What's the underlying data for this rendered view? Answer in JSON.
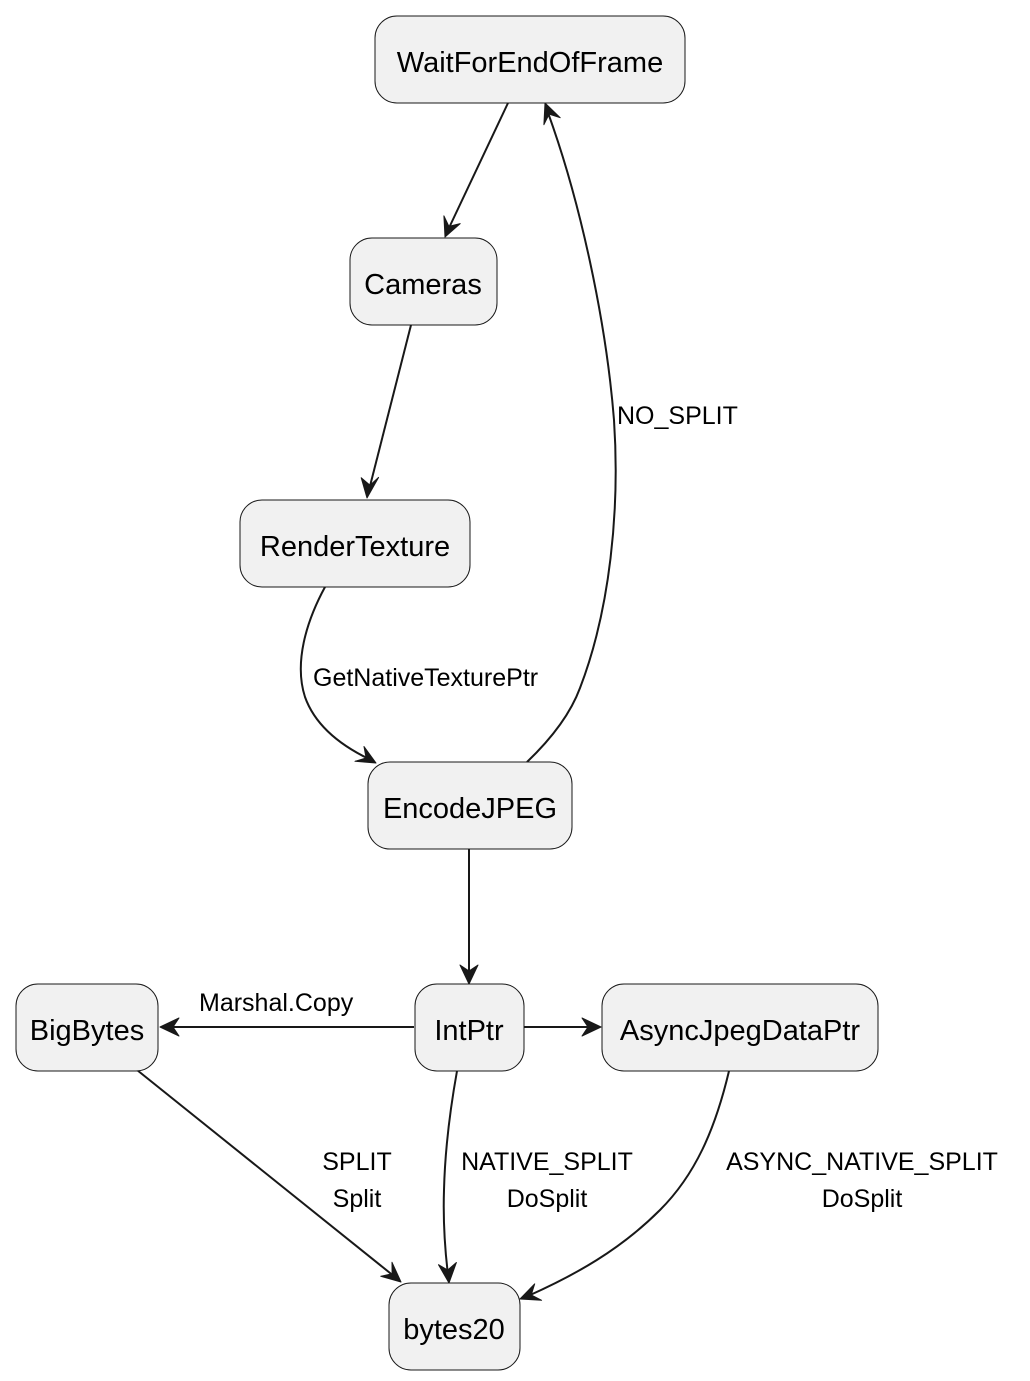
{
  "diagram": {
    "type": "state-diagram",
    "colors": {
      "node_fill": "#f1f1f1",
      "stroke": "#181818",
      "text": "#000000",
      "background": "#ffffff"
    },
    "nodes": {
      "wait_for_end_of_frame": "WaitForEndOfFrame",
      "cameras": "Cameras",
      "render_texture": "RenderTexture",
      "encode_jpeg": "EncodeJPEG",
      "big_bytes": "BigBytes",
      "int_ptr": "IntPtr",
      "async_jpeg_data_ptr": "AsyncJpegDataPtr",
      "bytes20": "bytes20"
    },
    "edges": [
      {
        "from": "WaitForEndOfFrame",
        "to": "Cameras",
        "label": []
      },
      {
        "from": "Cameras",
        "to": "RenderTexture",
        "label": []
      },
      {
        "from": "RenderTexture",
        "to": "EncodeJPEG",
        "label": [
          "GetNativeTexturePtr"
        ]
      },
      {
        "from": "EncodeJPEG",
        "to": "WaitForEndOfFrame",
        "label": [
          "NO_SPLIT"
        ]
      },
      {
        "from": "EncodeJPEG",
        "to": "IntPtr",
        "label": []
      },
      {
        "from": "IntPtr",
        "to": "BigBytes",
        "label": [
          "Marshal.Copy"
        ]
      },
      {
        "from": "IntPtr",
        "to": "AsyncJpegDataPtr",
        "label": []
      },
      {
        "from": "BigBytes",
        "to": "bytes20",
        "label": [
          "SPLIT",
          "Split"
        ]
      },
      {
        "from": "IntPtr",
        "to": "bytes20",
        "label": [
          "NATIVE_SPLIT",
          "DoSplit"
        ]
      },
      {
        "from": "AsyncJpegDataPtr",
        "to": "bytes20",
        "label": [
          "ASYNC_NATIVE_SPLIT",
          "DoSplit"
        ]
      }
    ]
  }
}
